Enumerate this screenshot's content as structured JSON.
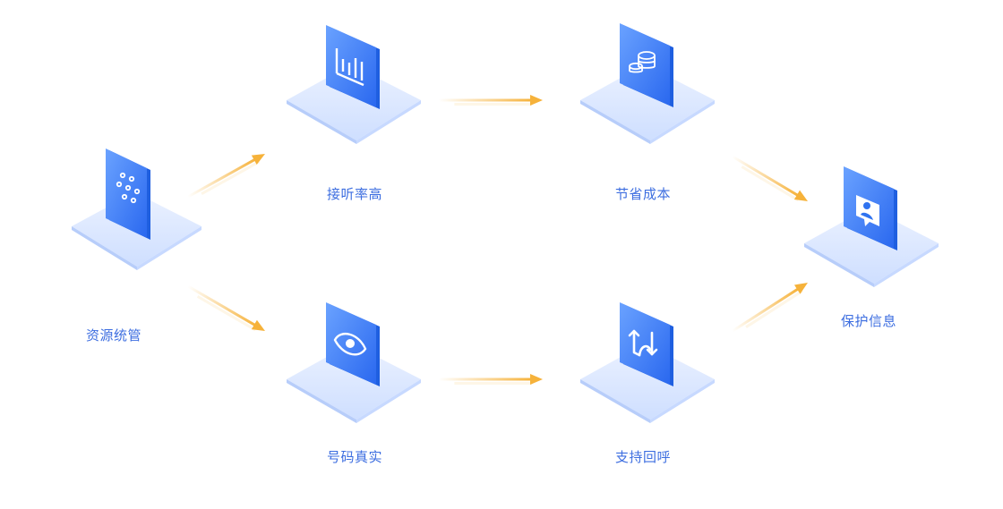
{
  "nodes": [
    {
      "id": "resource",
      "label": "资源统管",
      "icon": "dots-grid-icon"
    },
    {
      "id": "answer",
      "label": "接听率高",
      "icon": "bar-chart-icon"
    },
    {
      "id": "cost",
      "label": "节省成本",
      "icon": "coins-stack-icon"
    },
    {
      "id": "privacy",
      "label": "保护信息",
      "icon": "user-card-icon"
    },
    {
      "id": "real",
      "label": "号码真实",
      "icon": "eye-icon"
    },
    {
      "id": "callback",
      "label": "支持回呼",
      "icon": "swap-arrows-icon"
    }
  ],
  "edges": [
    {
      "from": "resource",
      "to": "answer"
    },
    {
      "from": "resource",
      "to": "real"
    },
    {
      "from": "answer",
      "to": "cost"
    },
    {
      "from": "real",
      "to": "callback"
    },
    {
      "from": "cost",
      "to": "privacy"
    },
    {
      "from": "callback",
      "to": "privacy"
    }
  ],
  "colors": {
    "icon_blue": "#2f7bf5",
    "plate_light": "#dce8ff",
    "arrow_orange": "#f6b23a",
    "label_blue": "#3d6ee0"
  }
}
